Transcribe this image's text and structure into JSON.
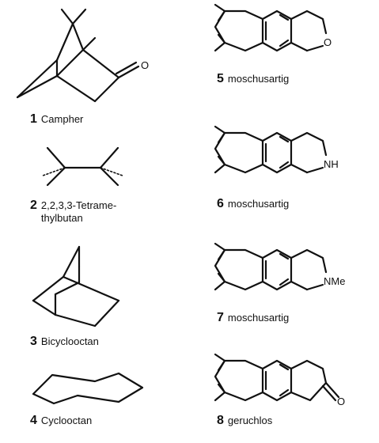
{
  "compounds": [
    {
      "number": "1",
      "name": "Campher"
    },
    {
      "number": "2",
      "name": "2,2,3,3-Tetrame- thylbutan"
    },
    {
      "number": "3",
      "name": "Bicyclooctan"
    },
    {
      "number": "4",
      "name": "Cyclooctan"
    },
    {
      "number": "5",
      "name": "moschusartig"
    },
    {
      "number": "6",
      "name": "moschusartig"
    },
    {
      "number": "7",
      "name": "moschusartig"
    },
    {
      "number": "8",
      "name": "geruchlos"
    }
  ],
  "atom_labels": {
    "c1_oxygen": "O",
    "c5_oxygen": "O",
    "c6_nh": "NH",
    "c7_nme": "NMe",
    "c8_oxygen": "O"
  }
}
